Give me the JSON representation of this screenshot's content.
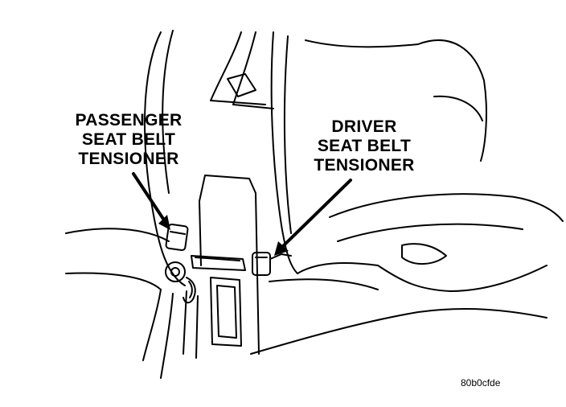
{
  "callouts": {
    "passenger": {
      "lines": [
        "PASSENGER",
        "SEAT BELT",
        "TENSIONER"
      ]
    },
    "driver": {
      "lines": [
        "DRIVER",
        "SEAT BELT",
        "TENSIONER"
      ]
    }
  },
  "figure_id": "80b0cfde",
  "colors": {
    "ink": "#000000",
    "paper": "#ffffff"
  }
}
